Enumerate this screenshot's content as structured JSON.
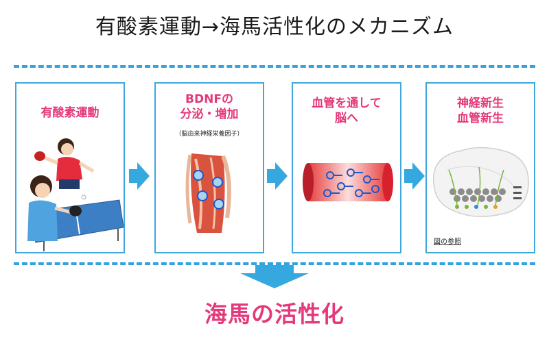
{
  "title": "有酸素運動→海馬活性化のメカニズム",
  "panels": [
    {
      "title": "有酸素運動"
    },
    {
      "title_line1": "BDNFの",
      "title_line2": "分泌・増加",
      "subtitle": "（脳由来神経栄養因子）"
    },
    {
      "title_line1": "血管を通して",
      "title_line2": "脳へ"
    },
    {
      "title_line1": "神経新生",
      "title_line2": "血管新生",
      "figure_ref": "図の参照"
    }
  ],
  "result": "海馬の活性化",
  "colors": {
    "accent_pink": "#e4397a",
    "accent_blue": "#34a3dd",
    "vessel_red": "#d8202e"
  }
}
